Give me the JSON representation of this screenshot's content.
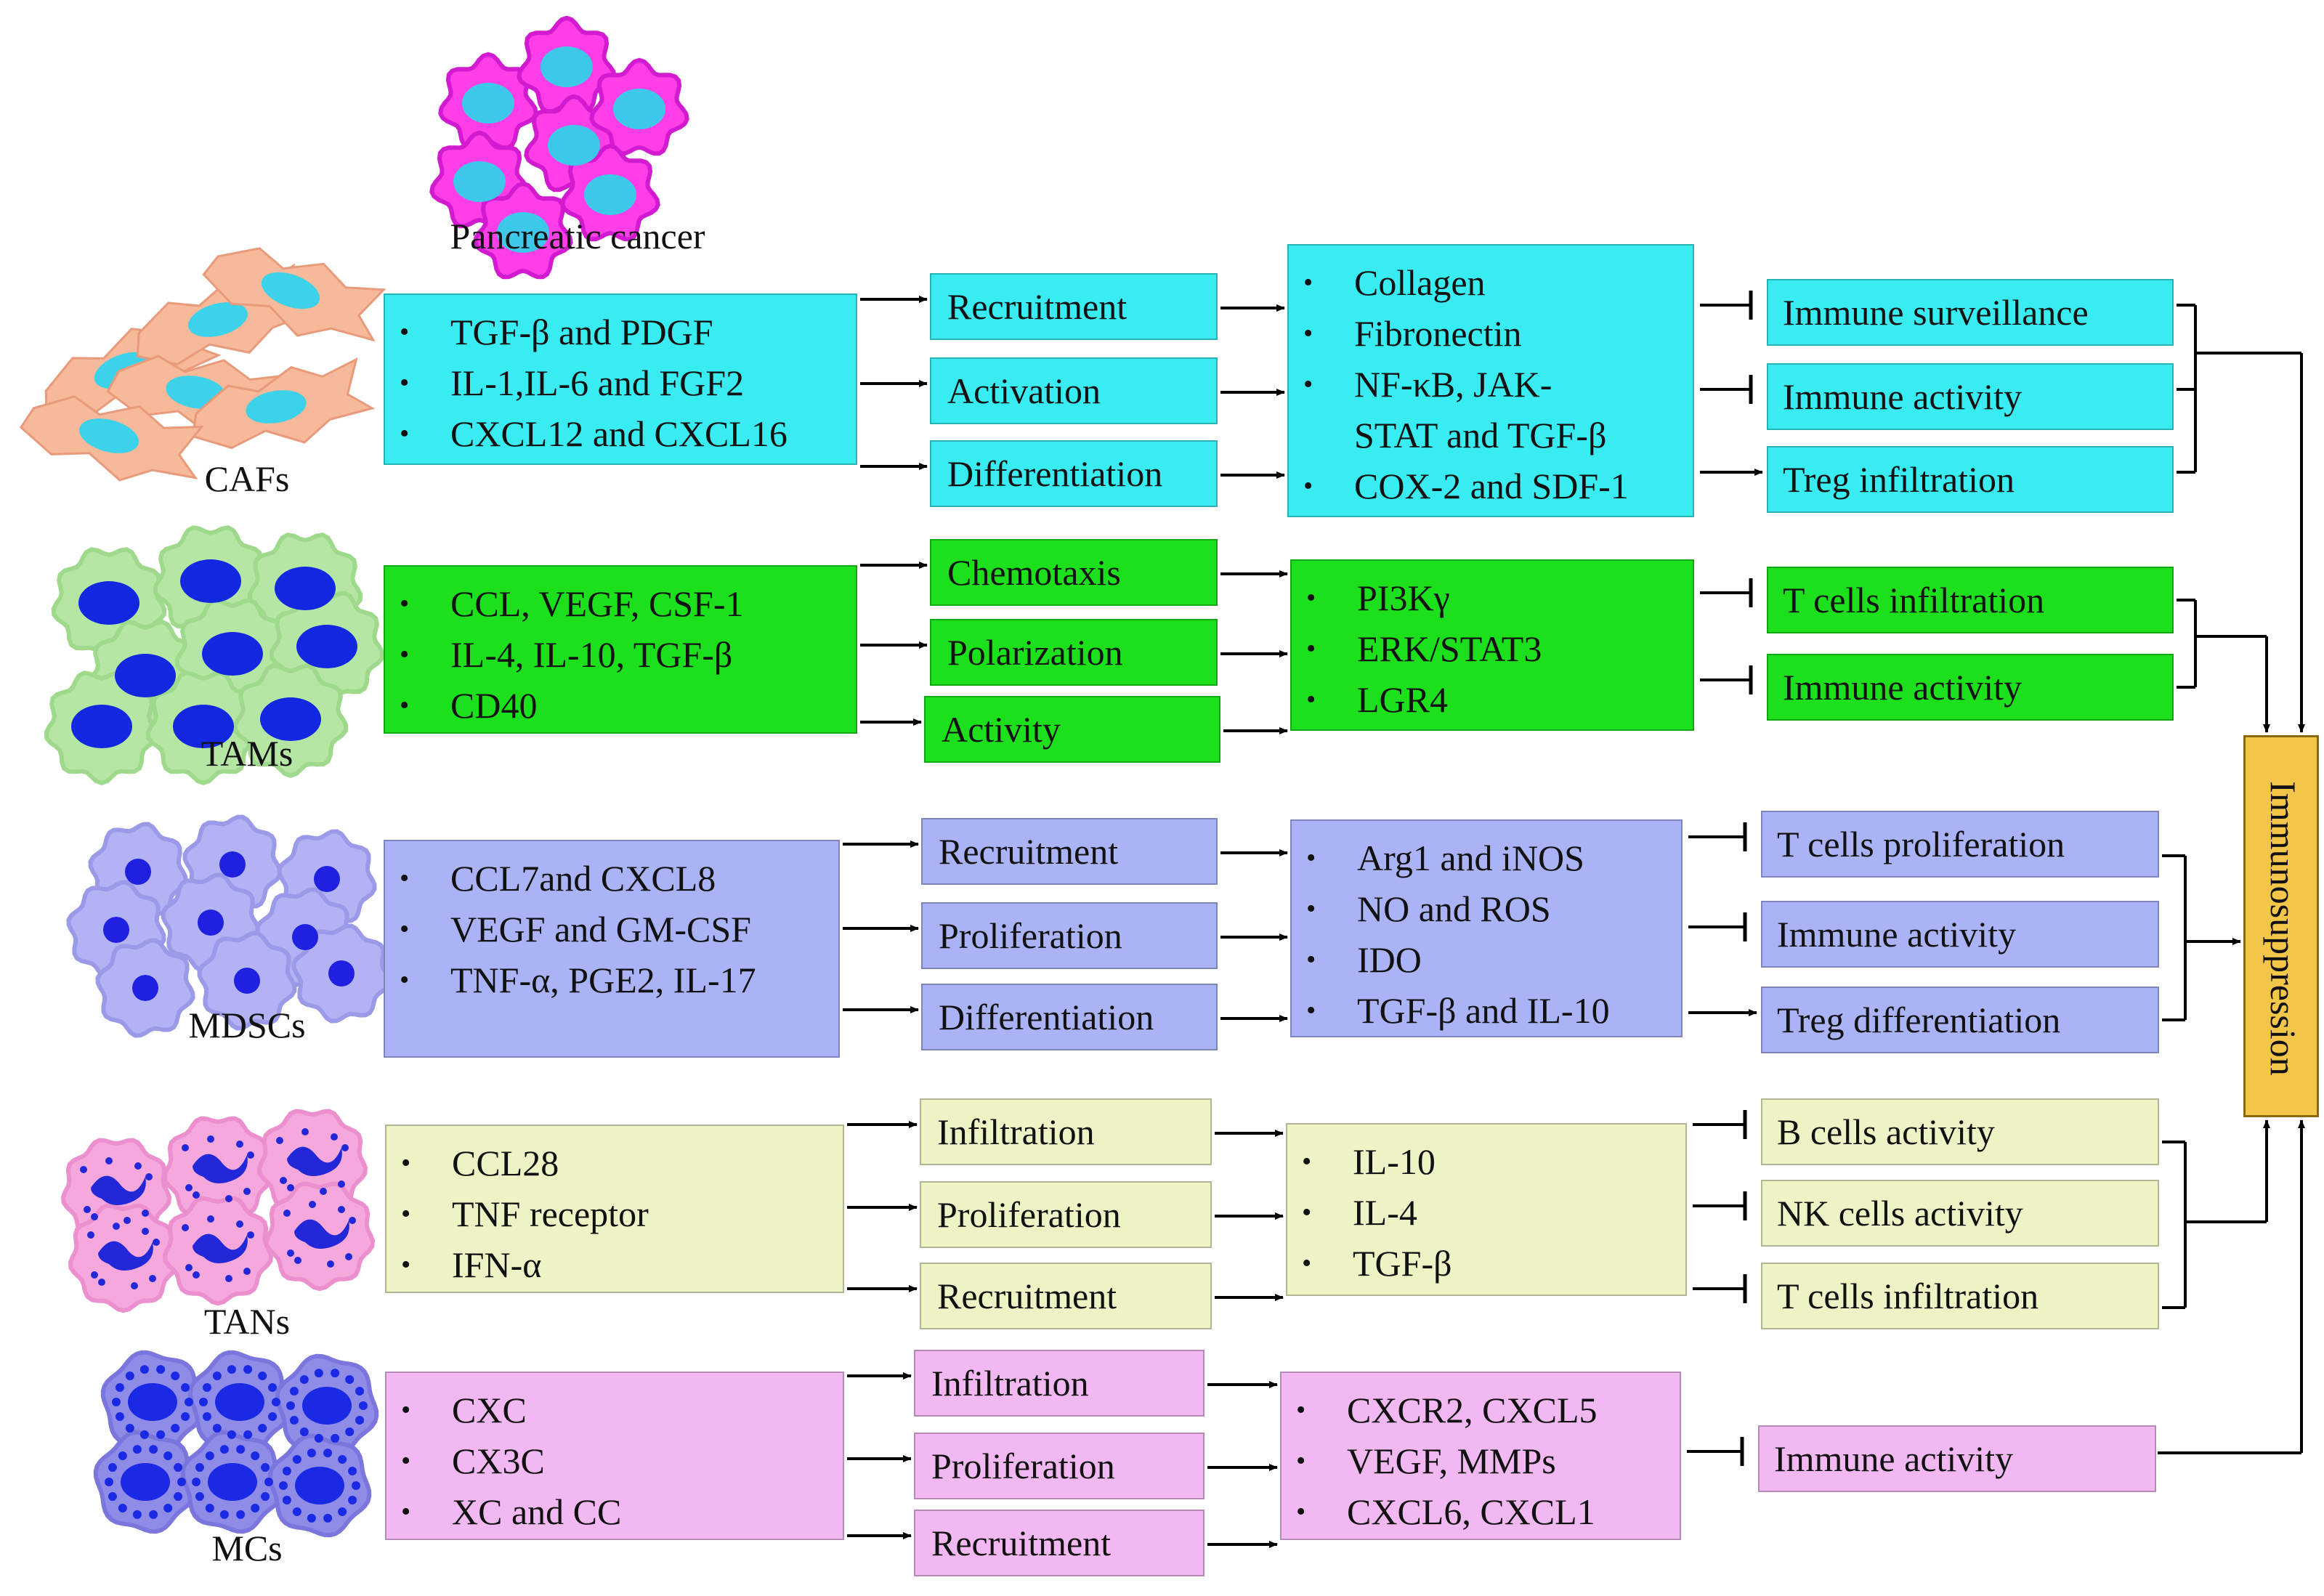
{
  "colors": {
    "cafs": "#38ecf1",
    "tams": "#1ce01c",
    "mdscs": "#aab3f5",
    "tans": "#eef3c6",
    "mcs": "#f2b8f2",
    "immunosuppression": "#f3c64a"
  },
  "cancer_label": "Pancreatic cancer",
  "immunosuppression_label": "Immunosuppression",
  "rows": [
    {
      "id": "cafs",
      "cell_label": "CAFs",
      "cell_icon": "fibroblast-cells-icon",
      "factors": [
        "TGF-β and PDGF",
        "IL-1,IL-6 and FGF2",
        "CXCL12  and CXCL16"
      ],
      "mechanisms": [
        "Recruitment",
        "Activation",
        "Differentiation"
      ],
      "pathways": [
        "Collagen",
        "Fibronectin",
        "NF-κB, JAK-",
        "STAT and TGF-β",
        "COX-2 and SDF-1"
      ],
      "outcomes": [
        "Immune surveillance",
        "Immune activity",
        "Treg infiltration"
      ]
    },
    {
      "id": "tams",
      "cell_label": "TAMs",
      "cell_icon": "macrophage-cells-icon",
      "factors": [
        "CCL, VEGF, CSF-1",
        "IL-4, IL-10, TGF-β",
        "CD40"
      ],
      "mechanisms": [
        "Chemotaxis",
        "Polarization",
        "Activity"
      ],
      "pathways": [
        "PI3Kγ",
        "ERK/STAT3",
        "LGR4"
      ],
      "outcomes": [
        "T cells infiltration",
        "Immune activity"
      ]
    },
    {
      "id": "mdscs",
      "cell_label": "MDSCs",
      "cell_icon": "mdsc-cells-icon",
      "factors": [
        "CCL7and CXCL8",
        "VEGF and GM-CSF",
        "TNF-α, PGE2,  IL-17"
      ],
      "mechanisms": [
        "Recruitment",
        "Proliferation",
        "Differentiation"
      ],
      "pathways": [
        "Arg1 and iNOS",
        "NO and ROS",
        "IDO",
        "TGF-β and IL-10"
      ],
      "outcomes": [
        "T cells proliferation",
        "Immune activity",
        "Treg differentiation"
      ]
    },
    {
      "id": "tans",
      "cell_label": "TANs",
      "cell_icon": "neutrophil-cells-icon",
      "factors": [
        "CCL28",
        "TNF receptor",
        "IFN-α"
      ],
      "mechanisms": [
        "Infiltration",
        "Proliferation",
        "Recruitment"
      ],
      "pathways": [
        "IL-10",
        "IL-4",
        "TGF-β"
      ],
      "outcomes": [
        "B cells activity",
        "NK cells activity",
        "T cells infiltration"
      ]
    },
    {
      "id": "mcs",
      "cell_label": "MCs",
      "cell_icon": "mast-cells-icon",
      "factors": [
        "CXC",
        "CX3C",
        "XC and CC"
      ],
      "mechanisms": [
        "Infiltration",
        "Proliferation",
        "Recruitment"
      ],
      "pathways": [
        "CXCR2, CXCL5",
        "VEGF, MMPs",
        "CXCL6, CXCL1"
      ],
      "outcomes": [
        "Immune activity"
      ]
    }
  ]
}
